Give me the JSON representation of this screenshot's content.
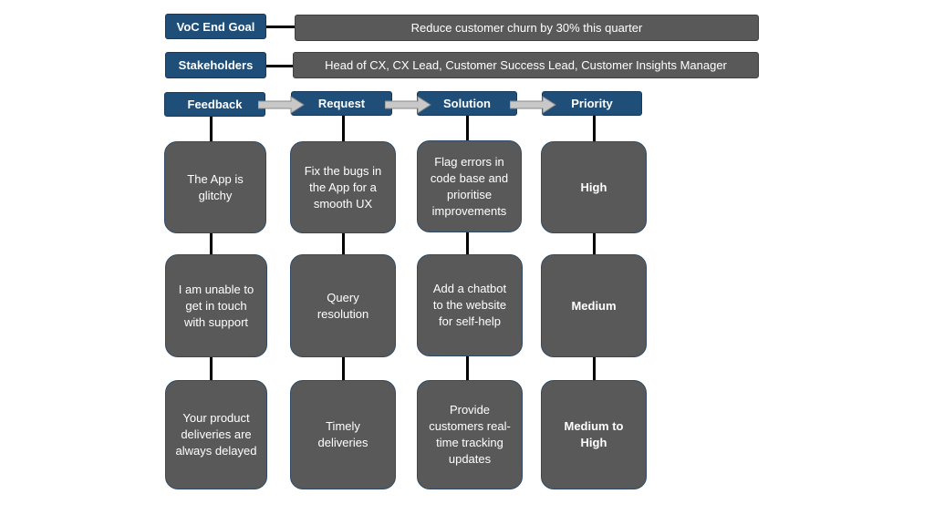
{
  "goal": {
    "label": "VoC End Goal",
    "value": "Reduce customer churn by 30% this quarter"
  },
  "stakeholders": {
    "label": "Stakeholders",
    "value": "Head of CX, CX Lead, Customer Success Lead, Customer Insights Manager"
  },
  "columns": [
    {
      "header": "Feedback",
      "items": [
        "The App is glitchy",
        "I am unable to get in touch with support",
        "Your product deliveries are always delayed"
      ]
    },
    {
      "header": "Request",
      "items": [
        "Fix the bugs in the App for a smooth UX",
        "Query resolution",
        "Timely deliveries"
      ]
    },
    {
      "header": "Solution",
      "items": [
        "Flag errors in code base and prioritise improvements",
        "Add a chatbot to the website for self-help",
        "Provide customers real-time tracking updates"
      ]
    },
    {
      "header": "Priority",
      "items": [
        "High",
        "Medium",
        "Medium to High"
      ]
    }
  ],
  "colors": {
    "header_blue": "#1f4e79",
    "card_grey": "#595959",
    "card_border": "#2e4a66",
    "arrow_grey": "#c8c8c8"
  }
}
